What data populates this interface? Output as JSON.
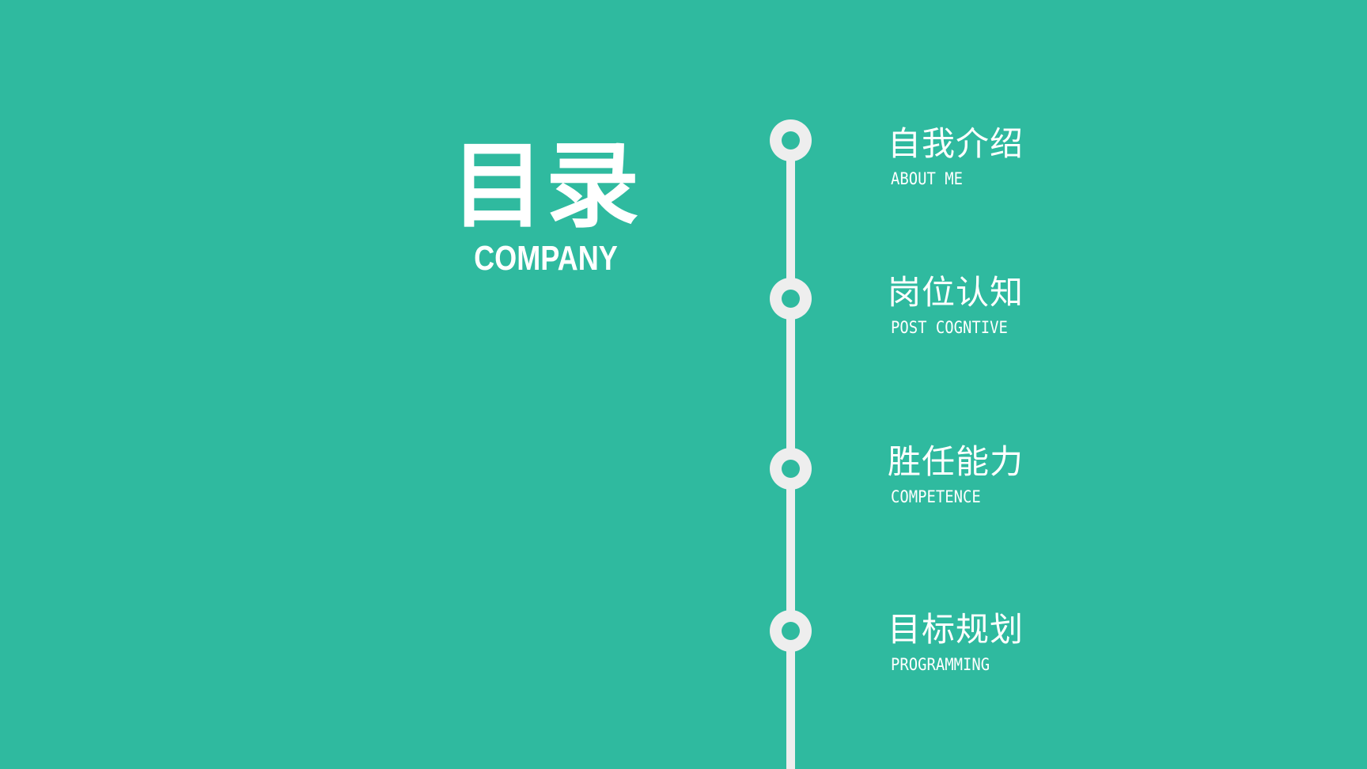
{
  "title": {
    "main": "目录",
    "sub": "COMPANY"
  },
  "colors": {
    "background": "#2fba9f",
    "timeline": "#eeeeee",
    "text": "#ffffff"
  },
  "items": [
    {
      "zh": "自我介绍",
      "en": "ABOUT ME"
    },
    {
      "zh": "岗位认知",
      "en": "POST COGNTIVE"
    },
    {
      "zh": "胜任能力",
      "en": "COMPETENCE"
    },
    {
      "zh": "目标规划",
      "en": "PROGRAMMING"
    }
  ]
}
